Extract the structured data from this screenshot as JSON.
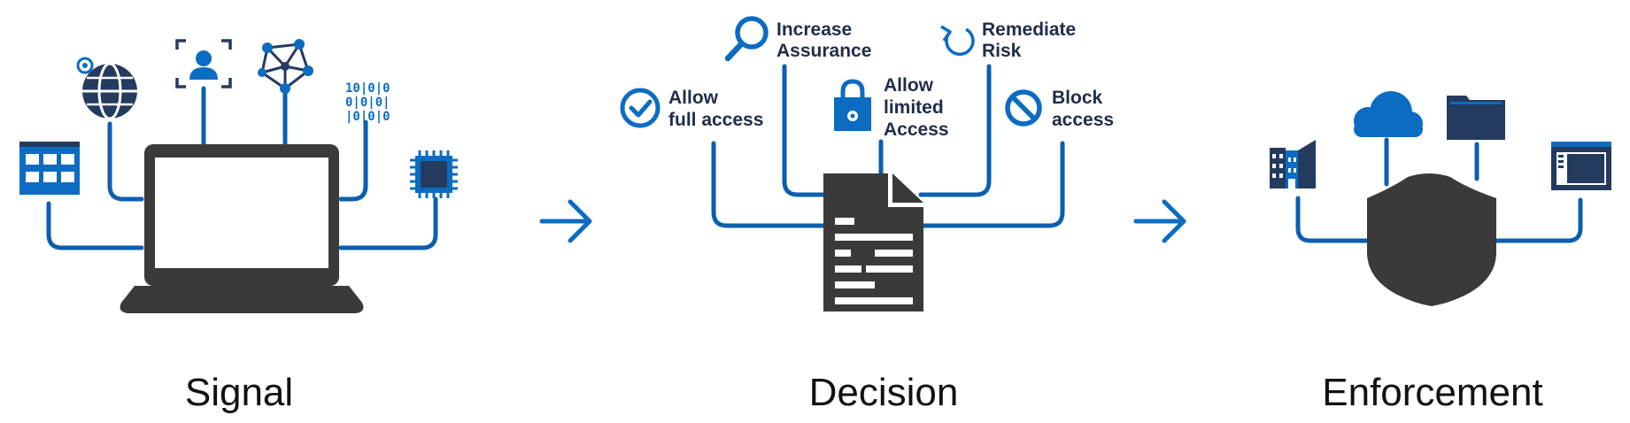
{
  "colors": {
    "blue": "#0b6cc1",
    "navy": "#243a5e",
    "dark_gray": "#3a3a3a",
    "text": "#1f2d4a"
  },
  "sections": {
    "signal": {
      "title": "Signal"
    },
    "decision": {
      "title": "Decision"
    },
    "enforcement": {
      "title": "Enforcement"
    }
  },
  "decision_options": {
    "allow_full": {
      "line1": "Allow",
      "line2": "full access",
      "icon": "check-circle-icon"
    },
    "increase_assurance": {
      "line1": "Increase",
      "line2": "Assurance",
      "icon": "magnifier-icon"
    },
    "allow_limited": {
      "line1": "Allow",
      "line2": "limited",
      "line3": "Access",
      "icon": "padlock-icon"
    },
    "remediate_risk": {
      "line1": "Remediate",
      "line2": "Risk",
      "icon": "refresh-icon"
    },
    "block_access": {
      "line1": "Block",
      "line2": "access",
      "icon": "prohibited-icon"
    }
  },
  "signal_icons": [
    "app-grid-icon",
    "globe-location-icon",
    "user-scan-icon",
    "network-graph-icon",
    "binary-data-icon",
    "cpu-chip-icon",
    "laptop-icon"
  ],
  "enforcement_icons": [
    "buildings-icon",
    "cloud-icon",
    "folder-icon",
    "browser-window-icon",
    "shield-icon"
  ],
  "flow_arrows": [
    "arrow-right-icon",
    "arrow-right-icon"
  ]
}
